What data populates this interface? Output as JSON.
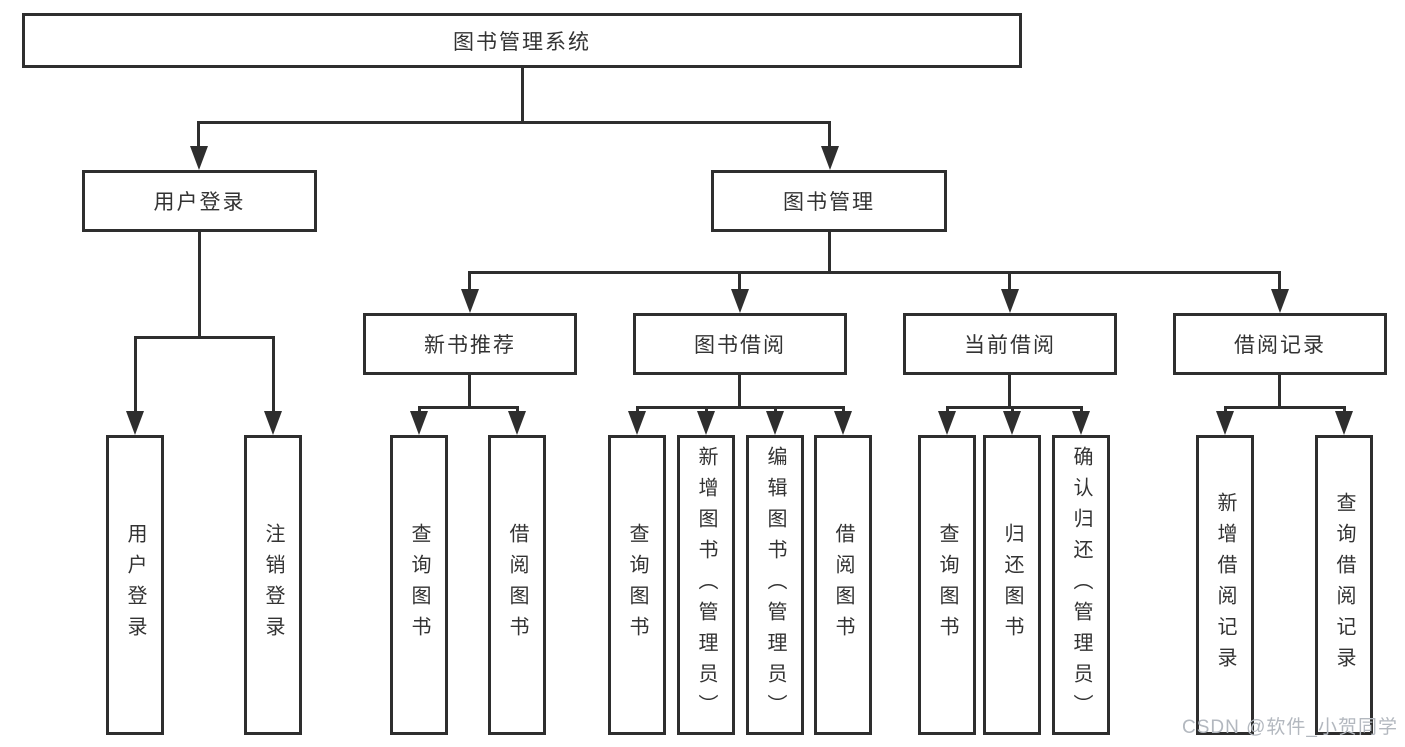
{
  "diagram": {
    "root": {
      "label": "图书管理系统"
    },
    "branches": [
      {
        "label": "用户登录",
        "children": [
          {
            "label": "用户登录"
          },
          {
            "label": "注销登录"
          }
        ]
      },
      {
        "label": "图书管理",
        "children": [
          {
            "label": "新书推荐",
            "children": [
              {
                "label": "查询图书"
              },
              {
                "label": "借阅图书"
              }
            ]
          },
          {
            "label": "图书借阅",
            "children": [
              {
                "label": "查询图书"
              },
              {
                "label": "新增图书（管理员）"
              },
              {
                "label": "编辑图书（管理员）"
              },
              {
                "label": "借阅图书"
              }
            ]
          },
          {
            "label": "当前借阅",
            "children": [
              {
                "label": "查询图书"
              },
              {
                "label": "归还图书"
              },
              {
                "label": "确认归还（管理员）"
              }
            ]
          },
          {
            "label": "借阅记录",
            "children": [
              {
                "label": "新增借阅记录"
              },
              {
                "label": "查询借阅记录"
              }
            ]
          }
        ]
      }
    ]
  },
  "watermark": {
    "text": "CSDN @软件_小贺同学"
  },
  "colors": {
    "line": "#2e2e2e",
    "text": "#333333",
    "watermark": "#b3b8bf",
    "background": "#ffffff"
  }
}
